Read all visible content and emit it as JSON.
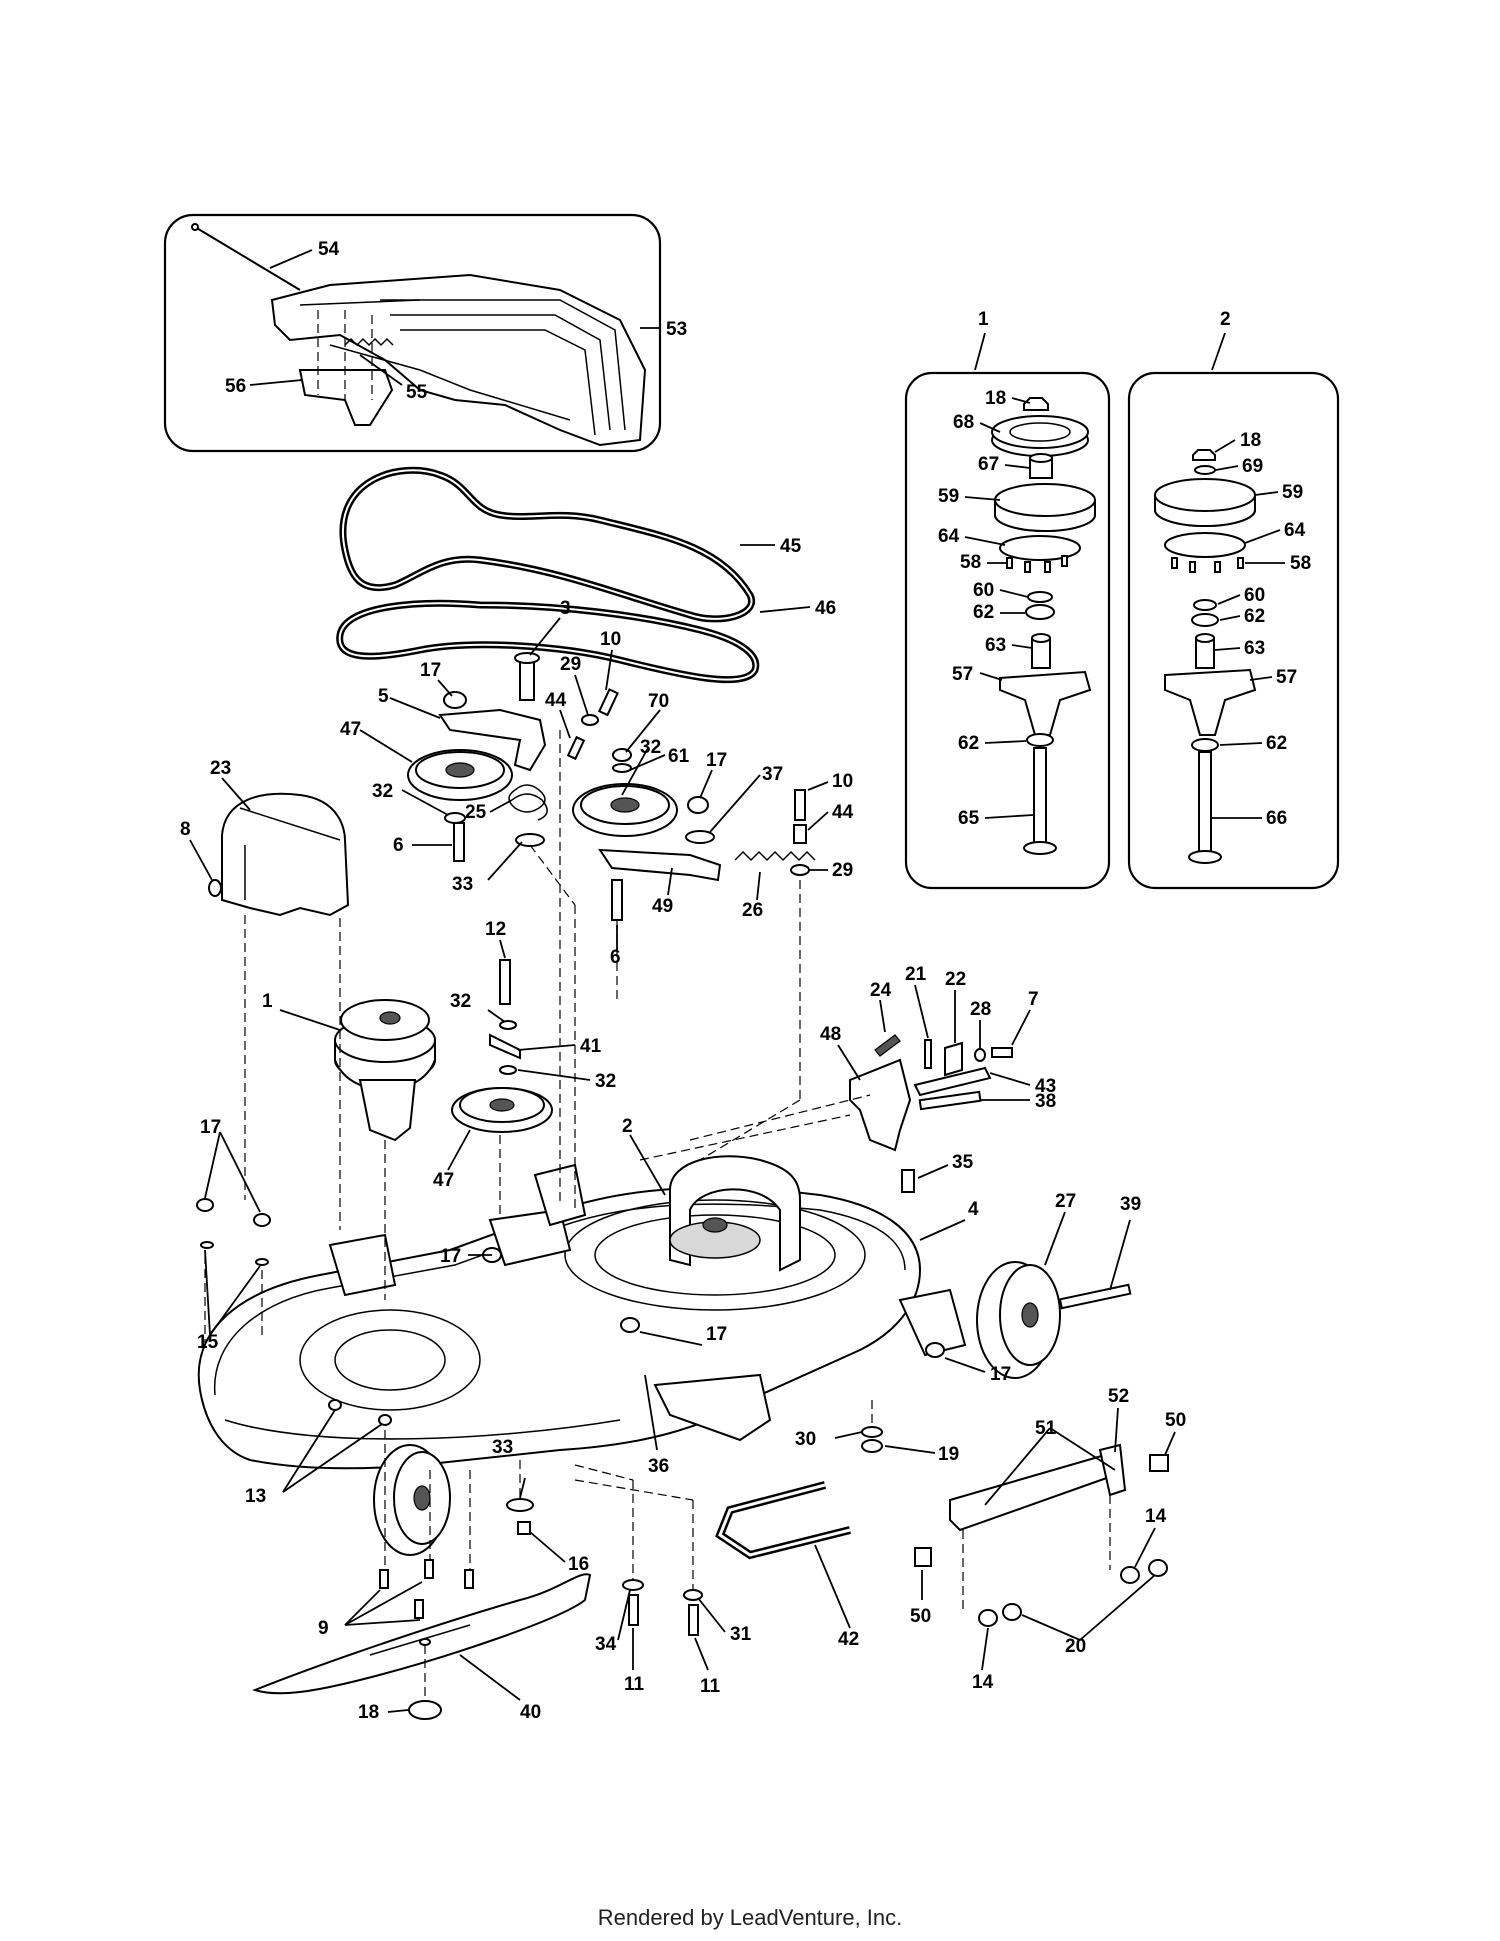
{
  "footer": {
    "text": "Rendered by LeadVenture, Inc."
  },
  "inset_boxes": {
    "belt_cover": {
      "callouts": [
        "53",
        "54",
        "55",
        "56"
      ]
    },
    "spindle_1": {
      "title": "1",
      "callouts": [
        "18",
        "68",
        "67",
        "59",
        "64",
        "58",
        "60",
        "62",
        "63",
        "57",
        "62",
        "65"
      ]
    },
    "spindle_2": {
      "title": "2",
      "callouts": [
        "18",
        "69",
        "59",
        "64",
        "58",
        "60",
        "62",
        "63",
        "57",
        "62",
        "66"
      ]
    }
  },
  "callouts": [
    {
      "id": "c-54",
      "text": "54"
    },
    {
      "id": "c-53",
      "text": "53"
    },
    {
      "id": "c-56",
      "text": "56"
    },
    {
      "id": "c-55",
      "text": "55"
    },
    {
      "id": "c-45",
      "text": "45"
    },
    {
      "id": "c-46",
      "text": "46"
    },
    {
      "id": "c-3",
      "text": "3"
    },
    {
      "id": "c-10a",
      "text": "10"
    },
    {
      "id": "c-17a",
      "text": "17"
    },
    {
      "id": "c-29a",
      "text": "29"
    },
    {
      "id": "c-5",
      "text": "5"
    },
    {
      "id": "c-44a",
      "text": "44"
    },
    {
      "id": "c-70",
      "text": "70"
    },
    {
      "id": "c-47a",
      "text": "47"
    },
    {
      "id": "c-32a",
      "text": "32"
    },
    {
      "id": "c-61",
      "text": "61"
    },
    {
      "id": "c-17b",
      "text": "17"
    },
    {
      "id": "c-37",
      "text": "37"
    },
    {
      "id": "c-10b",
      "text": "10"
    },
    {
      "id": "c-23",
      "text": "23"
    },
    {
      "id": "c-32b",
      "text": "32"
    },
    {
      "id": "c-44b",
      "text": "44"
    },
    {
      "id": "c-25",
      "text": "25"
    },
    {
      "id": "c-8",
      "text": "8"
    },
    {
      "id": "c-6a",
      "text": "6"
    },
    {
      "id": "c-33a",
      "text": "33"
    },
    {
      "id": "c-29b",
      "text": "29"
    },
    {
      "id": "c-49",
      "text": "49"
    },
    {
      "id": "c-26",
      "text": "26"
    },
    {
      "id": "c-12",
      "text": "12"
    },
    {
      "id": "c-6b",
      "text": "6"
    },
    {
      "id": "c-24",
      "text": "24"
    },
    {
      "id": "c-21",
      "text": "21"
    },
    {
      "id": "c-22",
      "text": "22"
    },
    {
      "id": "c-28",
      "text": "28"
    },
    {
      "id": "c-7",
      "text": "7"
    },
    {
      "id": "c-1main",
      "text": "1"
    },
    {
      "id": "c-32c",
      "text": "32"
    },
    {
      "id": "c-48",
      "text": "48"
    },
    {
      "id": "c-41",
      "text": "41"
    },
    {
      "id": "c-43",
      "text": "43"
    },
    {
      "id": "c-32d",
      "text": "32"
    },
    {
      "id": "c-38",
      "text": "38"
    },
    {
      "id": "c-17c",
      "text": "17"
    },
    {
      "id": "c-2main",
      "text": "2"
    },
    {
      "id": "c-35",
      "text": "35"
    },
    {
      "id": "c-47b",
      "text": "47"
    },
    {
      "id": "c-4",
      "text": "4"
    },
    {
      "id": "c-27",
      "text": "27"
    },
    {
      "id": "c-39",
      "text": "39"
    },
    {
      "id": "c-17d",
      "text": "17"
    },
    {
      "id": "c-15",
      "text": "15"
    },
    {
      "id": "c-17e",
      "text": "17"
    },
    {
      "id": "c-17f",
      "text": "17"
    },
    {
      "id": "c-52",
      "text": "52"
    },
    {
      "id": "c-50a",
      "text": "50"
    },
    {
      "id": "c-33b",
      "text": "33"
    },
    {
      "id": "c-36",
      "text": "36"
    },
    {
      "id": "c-30",
      "text": "30"
    },
    {
      "id": "c-19",
      "text": "19"
    },
    {
      "id": "c-51",
      "text": "51"
    },
    {
      "id": "c-13",
      "text": "13"
    },
    {
      "id": "c-14a",
      "text": "14"
    },
    {
      "id": "c-16",
      "text": "16"
    },
    {
      "id": "c-50b",
      "text": "50"
    },
    {
      "id": "c-9",
      "text": "9"
    },
    {
      "id": "c-34",
      "text": "34"
    },
    {
      "id": "c-31",
      "text": "31"
    },
    {
      "id": "c-42",
      "text": "42"
    },
    {
      "id": "c-20",
      "text": "20"
    },
    {
      "id": "c-14b",
      "text": "14"
    },
    {
      "id": "c-11a",
      "text": "11"
    },
    {
      "id": "c-11b",
      "text": "11"
    },
    {
      "id": "c-40",
      "text": "40"
    },
    {
      "id": "c-18main",
      "text": "18"
    },
    {
      "id": "c-i1-18",
      "text": "18"
    },
    {
      "id": "c-i1-68",
      "text": "68"
    },
    {
      "id": "c-i1-67",
      "text": "67"
    },
    {
      "id": "c-i1-59",
      "text": "59"
    },
    {
      "id": "c-i1-64",
      "text": "64"
    },
    {
      "id": "c-i1-58",
      "text": "58"
    },
    {
      "id": "c-i1-60",
      "text": "60"
    },
    {
      "id": "c-i1-62a",
      "text": "62"
    },
    {
      "id": "c-i1-63",
      "text": "63"
    },
    {
      "id": "c-i1-57",
      "text": "57"
    },
    {
      "id": "c-i1-62b",
      "text": "62"
    },
    {
      "id": "c-i1-65",
      "text": "65"
    },
    {
      "id": "c-i2-18",
      "text": "18"
    },
    {
      "id": "c-i2-69",
      "text": "69"
    },
    {
      "id": "c-i2-59",
      "text": "59"
    },
    {
      "id": "c-i2-64",
      "text": "64"
    },
    {
      "id": "c-i2-58",
      "text": "58"
    },
    {
      "id": "c-i2-60",
      "text": "60"
    },
    {
      "id": "c-i2-62a",
      "text": "62"
    },
    {
      "id": "c-i2-63",
      "text": "63"
    },
    {
      "id": "c-i2-57",
      "text": "57"
    },
    {
      "id": "c-i2-62b",
      "text": "62"
    },
    {
      "id": "c-i2-66",
      "text": "66"
    },
    {
      "id": "c-t1",
      "text": "1"
    },
    {
      "id": "c-t2",
      "text": "2"
    }
  ]
}
